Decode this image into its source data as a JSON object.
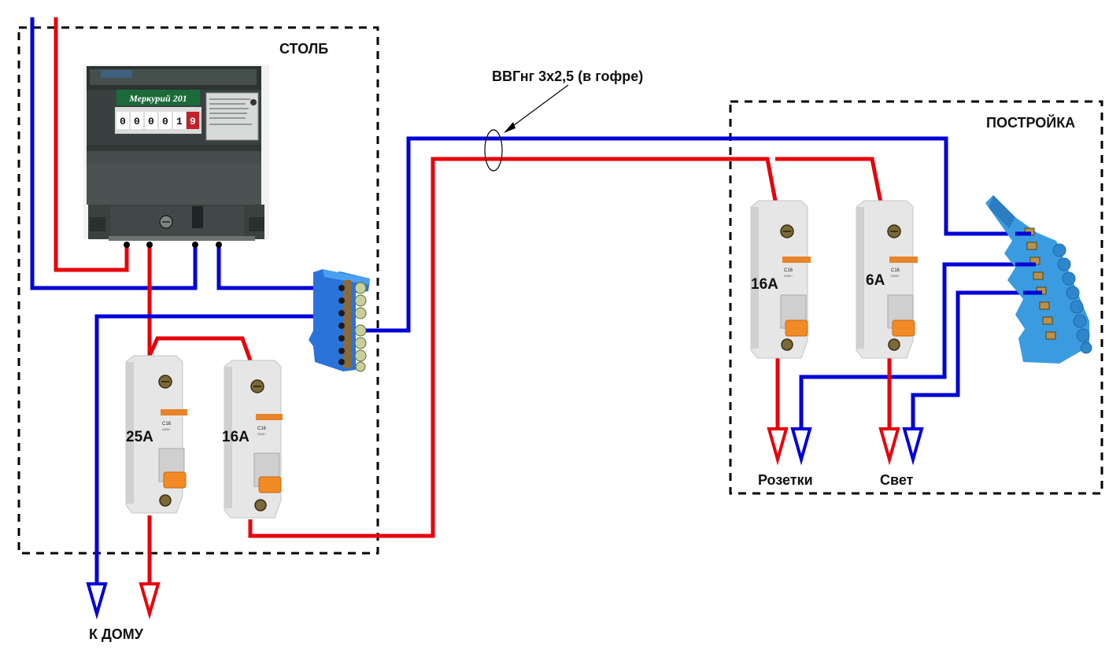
{
  "colors": {
    "phase": "#e8000b",
    "neutral": "#0000d8",
    "boundary": "#000000",
    "breaker_body": "#e6e6e6",
    "breaker_handle": "#f28a26",
    "breaker_label_strip": "#e8842a",
    "neutral_bar_blue": "#2a73d8",
    "bus_blue": "#3a9be0",
    "meter_body": "#3c4543",
    "meter_brand_plate": "#1b6b3a"
  },
  "zones": {
    "pole": {
      "title": "СТОЛБ"
    },
    "building": {
      "title": "ПОСТРОЙКА"
    }
  },
  "cable": {
    "label": "ВВГнг 3х2,5 (в гофре)"
  },
  "meter": {
    "brand": "Меркурий 201",
    "digits": [
      "0",
      "0",
      "0",
      "0",
      "1",
      "9"
    ]
  },
  "pole_breakers": [
    {
      "rating": "25A",
      "model": "C16",
      "voltage": "230V~"
    },
    {
      "rating": "16A",
      "model": "C16",
      "voltage": "230V~"
    }
  ],
  "building_breakers": [
    {
      "rating": "16A",
      "model": "C16",
      "voltage": "230V~"
    },
    {
      "rating": "6A",
      "model": "C16",
      "voltage": "230V~"
    }
  ],
  "outputs": {
    "to_house": "К ДОМУ",
    "sockets": "Розетки",
    "light": "Свет"
  }
}
